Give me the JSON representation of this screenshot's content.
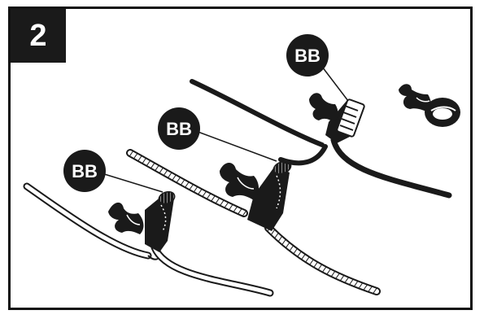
{
  "step": {
    "number": "2"
  },
  "callouts": [
    {
      "label": "BB"
    },
    {
      "label": "BB"
    },
    {
      "label": "BB"
    }
  ],
  "colors": {
    "ink": "#1a1a1a",
    "paper": "#ffffff",
    "frame": "#111111"
  }
}
